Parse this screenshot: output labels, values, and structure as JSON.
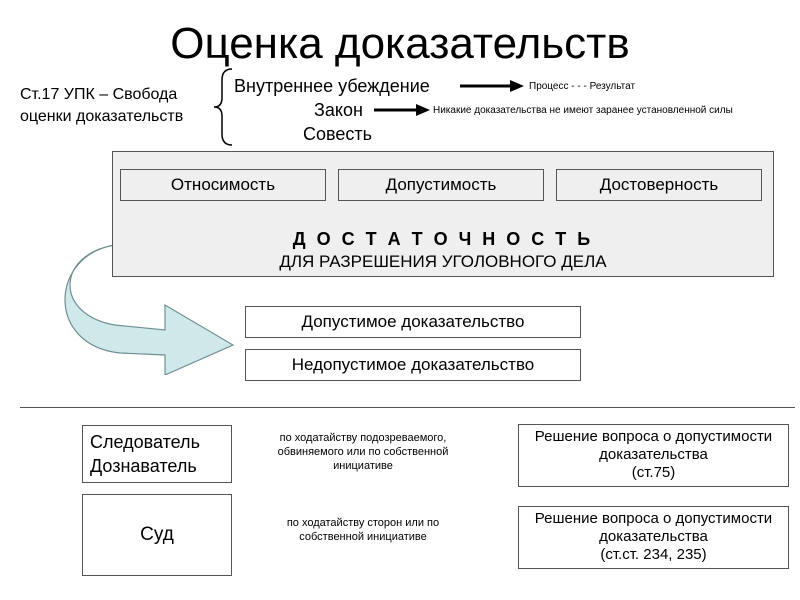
{
  "title": "Оценка доказательств",
  "article": {
    "line1": "Ст.17 УПК – Свобода",
    "line2": "оценки доказательств"
  },
  "principles": [
    "Внутреннее  убеждение",
    "Закон",
    "Совесть"
  ],
  "notes": {
    "inner_conviction": "Процесс   -  -  -   Результат",
    "law": "Никакие доказательства не имеют заранее установленной силы"
  },
  "properties": [
    "Относимость",
    "Допустимость",
    "Достоверность"
  ],
  "sufficiency": {
    "word": "Д О С Т А Т О Ч Н О С Т Ь",
    "subtitle": "ДЛЯ РАЗРЕШЕНИЯ  УГОЛОВНОГО ДЕЛА"
  },
  "evidence": {
    "admissible": "Допустимое  доказательство",
    "inadmissible": "Недопустимое  доказательство"
  },
  "actors": {
    "investigator": "Следователь",
    "inquirer": "Дознаватель",
    "court": "Суд"
  },
  "grounds": {
    "investigator": [
      "по ходатайству  подозреваемого,",
      "обвиняемого  или  по  собственной",
      "инициативе"
    ],
    "court": [
      "по ходатайству  сторон или  по",
      "собственной  инициативе"
    ]
  },
  "decisions": {
    "investigator": [
      "Решение вопроса о допустимости",
      "доказательства",
      "(ст.75)"
    ],
    "court": [
      "Решение вопроса о допустимости",
      "доказательства",
      "(ст.ст. 234, 235)"
    ]
  },
  "colors": {
    "curved_arrow_fill": "#cfe8ea",
    "box_fill": "#efefef",
    "border": "#555555"
  }
}
